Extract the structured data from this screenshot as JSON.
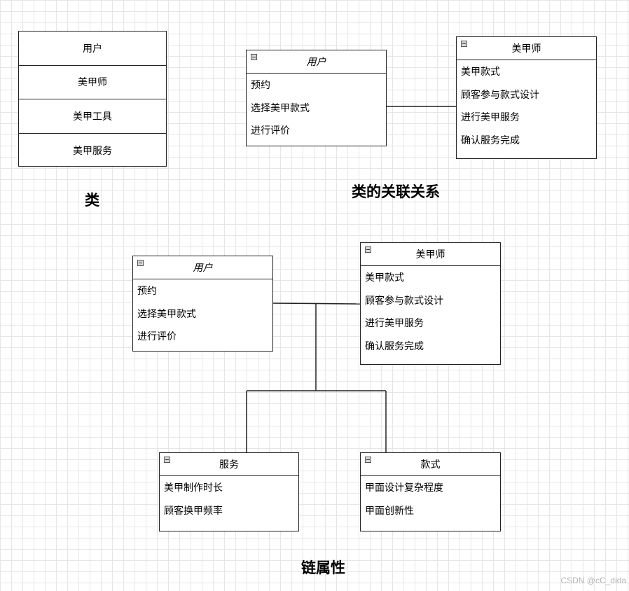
{
  "class_box": {
    "items": [
      "用户",
      "美甲师",
      "美甲工具",
      "美甲服务"
    ]
  },
  "captions": {
    "class": "类",
    "association": "类的关联关系",
    "link_attribute": "链属性"
  },
  "association_diagram": {
    "user": {
      "title": "用户",
      "attributes": [
        "预约",
        "选择美甲款式",
        "进行评价"
      ]
    },
    "manicurist": {
      "title": "美甲师",
      "attributes": [
        "美甲款式",
        "顾客参与款式设计",
        "进行美甲服务",
        "确认服务完成"
      ]
    }
  },
  "link_diagram": {
    "user": {
      "title": "用户",
      "attributes": [
        "预约",
        "选择美甲款式",
        "进行评价"
      ]
    },
    "manicurist": {
      "title": "美甲师",
      "attributes": [
        "美甲款式",
        "顾客参与款式设计",
        "进行美甲服务",
        "确认服务完成"
      ]
    },
    "service": {
      "title": "服务",
      "attributes": [
        "美甲制作时长",
        "顾客换甲频率"
      ]
    },
    "style": {
      "title": "款式",
      "attributes": [
        "甲面设计复杂程度",
        "甲面创新性"
      ]
    }
  },
  "watermark": "CSDN @cC_dida"
}
